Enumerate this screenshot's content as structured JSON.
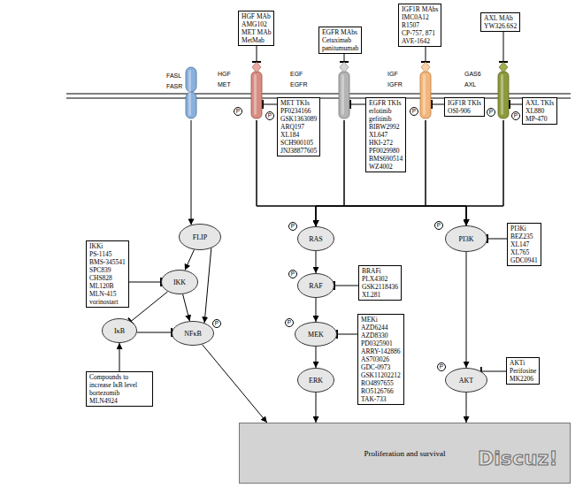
{
  "diagram": {
    "nodes": [
      {
        "text": [
          "HGF MAb",
          "AMG102",
          "MET MAb",
          "MetMab"
        ]
      },
      {
        "text": [
          "EGFR MAbs",
          "Cetuximab",
          "panitumumab"
        ]
      },
      {
        "text": [
          "IGF1R MAbs",
          "IMC0A12",
          "R1507",
          "CP-757, 871",
          "AVE-1642"
        ]
      },
      {
        "text": [
          "AXL MAb",
          "YW326.6S2"
        ]
      },
      {
        "text": [
          "FASL",
          "FASR"
        ]
      },
      {
        "text": [
          "HGF",
          "MET"
        ]
      },
      {
        "text": [
          "EGF",
          "EGFR"
        ]
      },
      {
        "text": [
          "IGF",
          "IGFR"
        ]
      },
      {
        "text": [
          "GAS6",
          "AXL"
        ]
      },
      {
        "text": [
          "MET TKIs",
          "PF0234166",
          "GSK1363089",
          "ARQ197",
          "XL184",
          "SCH900105",
          "JNJ38877605"
        ]
      },
      {
        "text": [
          "EGFR TKIs",
          "erlotinib",
          "gefitinib",
          "BIBW2992",
          "XL647",
          "HKI-272",
          "PF0029980",
          "BMS690514",
          "WZ4002"
        ]
      },
      {
        "text": [
          "IGF1R TKIs",
          "OSI-906"
        ]
      },
      {
        "text": [
          "AXL TKIs",
          "XL880",
          "MP-470"
        ]
      },
      {
        "text": [
          "FLIP"
        ]
      },
      {
        "text": [
          "RAS"
        ]
      },
      {
        "text": [
          "PI3K"
        ]
      },
      {
        "text": [
          "PI3Ki",
          "BEZ235",
          "XL147",
          "XL765",
          "GDC0941"
        ]
      },
      {
        "text": [
          "IKKi",
          "PS-1145",
          "BMS-345541",
          "SPC839",
          "CHS828",
          "ML120B",
          "MLN-415",
          "vorinostart"
        ]
      },
      {
        "text": [
          "IKK"
        ]
      },
      {
        "text": [
          "RAF"
        ]
      },
      {
        "text": [
          "BRAFi",
          "PLX4302",
          "GSK2118436",
          "XL281"
        ]
      },
      {
        "text": [
          "IκB"
        ]
      },
      {
        "text": [
          "NFκB"
        ]
      },
      {
        "text": [
          "MEK"
        ]
      },
      {
        "text": [
          "MEKi",
          "AZD6244",
          "AZD8330",
          "PD0325901",
          "ARRY-142886",
          "AS703026",
          "GDC-0973",
          "GSK11202212",
          "RO4897655",
          "RO5126766",
          "TAK-733"
        ]
      },
      {
        "text": [
          "ERK"
        ]
      },
      {
        "text": [
          "AKT"
        ]
      },
      {
        "text": [
          "AKTi",
          "Perifosine",
          "MK2206"
        ]
      },
      {
        "text": [
          "Compounds to increase IκB level",
          "bortezomib",
          "MLN4924"
        ]
      },
      {
        "text": [
          "Proliferation and survival"
        ]
      }
    ],
    "edges": [
      {
        "from": 0,
        "to": 5,
        "arrow": "to"
      },
      {
        "from": 1,
        "to": 6,
        "arrow": "to"
      },
      {
        "from": 2,
        "to": 7,
        "arrow": "to"
      },
      {
        "from": 3,
        "to": 8,
        "arrow": "to"
      },
      {
        "from": 9,
        "to": 5,
        "arrow": "to"
      },
      {
        "from": 10,
        "to": 6,
        "arrow": "to"
      },
      {
        "from": 11,
        "to": 7,
        "arrow": "to"
      },
      {
        "from": 12,
        "to": 8,
        "arrow": "to"
      },
      {
        "from": 4,
        "to": 13,
        "arrow": "to"
      },
      {
        "from": 5,
        "to": 14,
        "arrow": "to"
      },
      {
        "from": 6,
        "to": 14,
        "arrow": "to"
      },
      {
        "from": 7,
        "to": 14,
        "arrow": "to"
      },
      {
        "from": 8,
        "to": 14,
        "arrow": "to"
      },
      {
        "from": 5,
        "to": 15,
        "arrow": "to"
      },
      {
        "from": 6,
        "to": 15,
        "arrow": "to"
      },
      {
        "from": 7,
        "to": 15,
        "arrow": "to"
      },
      {
        "from": 8,
        "to": 15,
        "arrow": "to"
      },
      {
        "from": 13,
        "to": 18,
        "arrow": "to"
      },
      {
        "from": 13,
        "to": 22,
        "arrow": "to"
      },
      {
        "from": 17,
        "to": 18,
        "arrow": "to"
      },
      {
        "from": 18,
        "to": 21,
        "arrow": "to"
      },
      {
        "from": 18,
        "to": 22,
        "arrow": "to"
      },
      {
        "from": 21,
        "to": 22,
        "arrow": "to"
      },
      {
        "from": 28,
        "to": 21,
        "arrow": "to"
      },
      {
        "from": 14,
        "to": 19,
        "arrow": "to"
      },
      {
        "from": 20,
        "to": 19,
        "arrow": "to"
      },
      {
        "from": 19,
        "to": 23,
        "arrow": "to"
      },
      {
        "from": 24,
        "to": 23,
        "arrow": "to"
      },
      {
        "from": 23,
        "to": 25,
        "arrow": "to"
      },
      {
        "from": 25,
        "to": 29,
        "arrow": "to"
      },
      {
        "from": 15,
        "to": 26,
        "arrow": "to"
      },
      {
        "from": 16,
        "to": 15,
        "arrow": "to"
      },
      {
        "from": 27,
        "to": 26,
        "arrow": "to"
      },
      {
        "from": 26,
        "to": 29,
        "arrow": "to"
      },
      {
        "from": 22,
        "to": 29,
        "arrow": "to"
      }
    ],
    "labels": [
      "P",
      "P",
      "P",
      "P",
      "P",
      "P",
      "P",
      "P",
      "P",
      "P",
      "P",
      "Discuz!"
    ]
  }
}
